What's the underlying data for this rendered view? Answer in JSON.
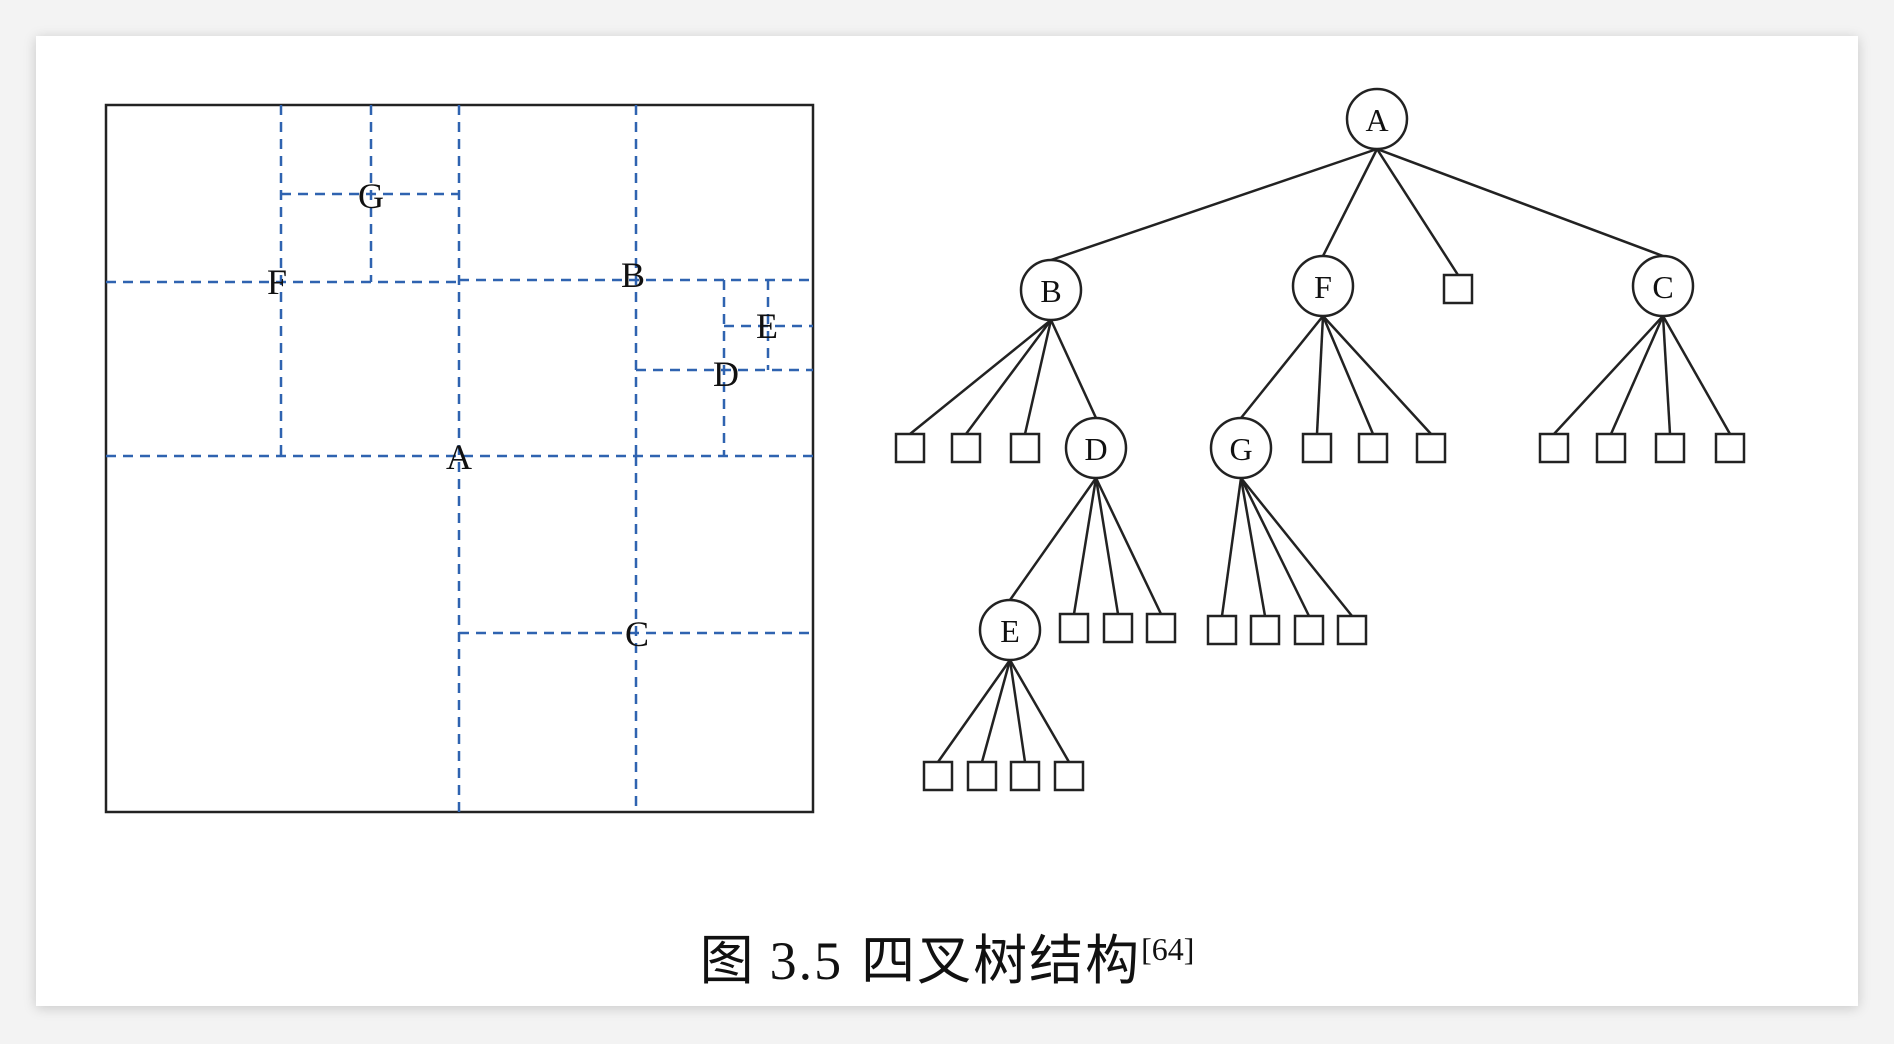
{
  "caption": {
    "figure_word": "图",
    "figure_number": "3.5",
    "title": "四叉树结构",
    "reference": "[64]"
  },
  "colors": {
    "partition_line": "#2f63b0",
    "ink": "#222222"
  },
  "partition_labels": [
    "G",
    "F",
    "B",
    "E",
    "D",
    "A",
    "C"
  ],
  "tree": {
    "nodes": {
      "A": [
        "B",
        "F",
        "leaf",
        "C"
      ],
      "B": [
        "leaf",
        "leaf",
        "leaf",
        "D"
      ],
      "F": [
        "G",
        "leaf",
        "leaf",
        "leaf"
      ],
      "C": [
        "leaf",
        "leaf",
        "leaf",
        "leaf"
      ],
      "D": [
        "E",
        "leaf",
        "leaf",
        "leaf"
      ],
      "G": [
        "leaf",
        "leaf",
        "leaf",
        "leaf"
      ],
      "E": [
        "leaf",
        "leaf",
        "leaf",
        "leaf"
      ]
    }
  }
}
